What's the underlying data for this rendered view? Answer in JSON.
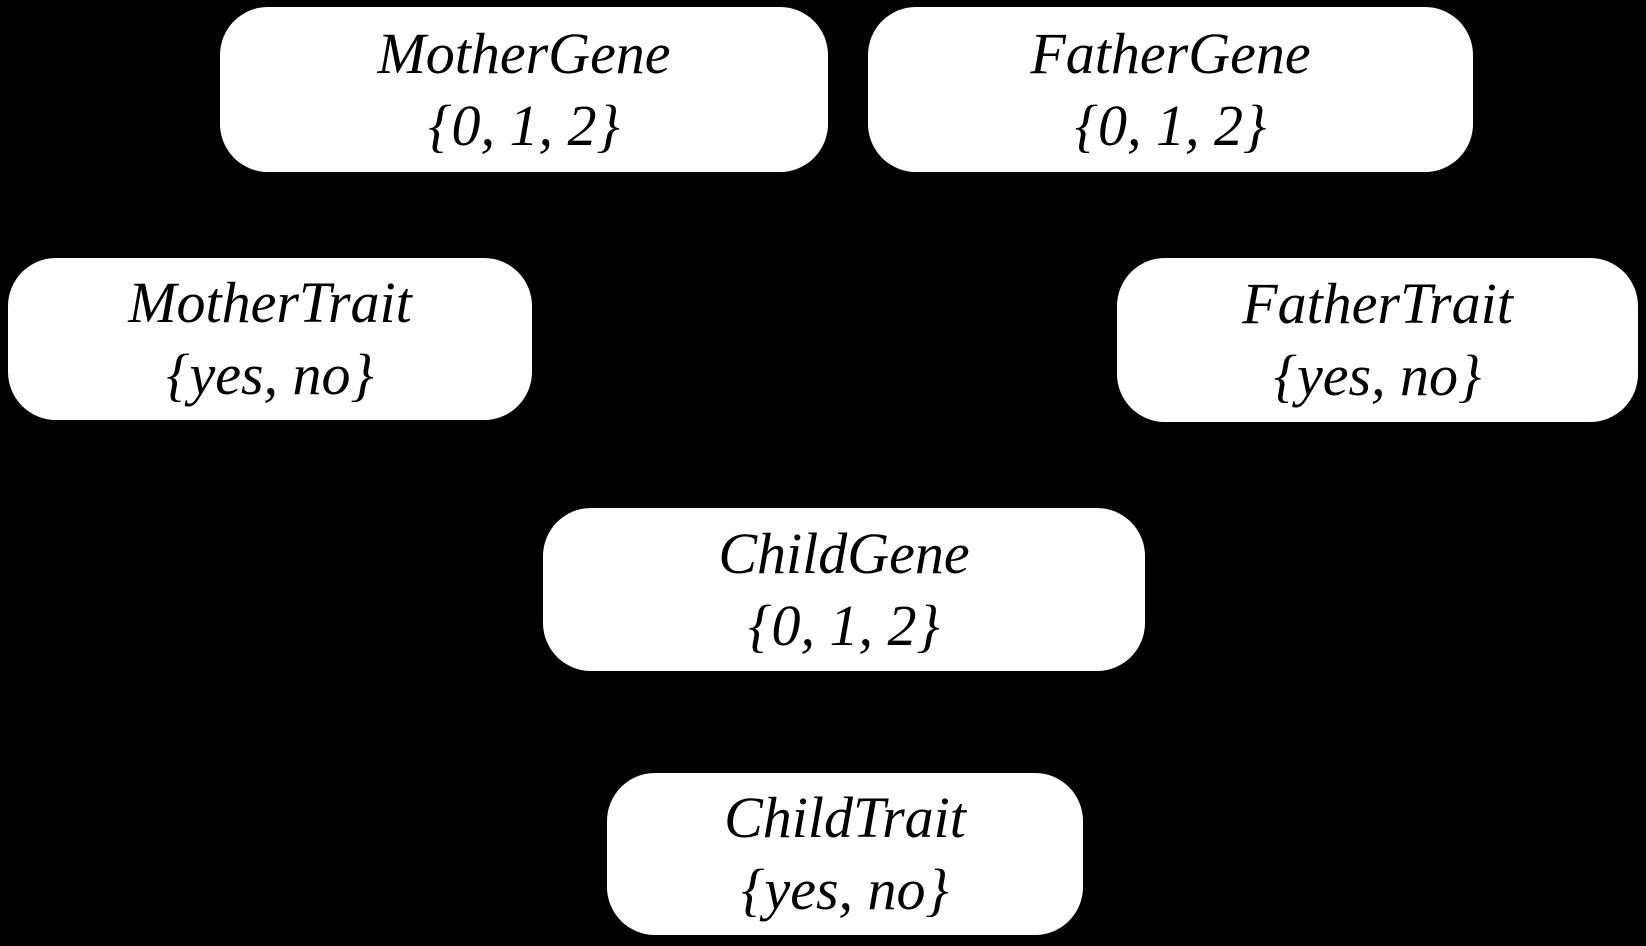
{
  "diagram": {
    "type": "bayesian-network",
    "background_color": "#000000",
    "node_fill_color": "#ffffff",
    "node_text_color": "#000000"
  },
  "nodes": [
    {
      "id": "mother-gene",
      "name": "MotherGene",
      "domain": "{0, 1, 2}"
    },
    {
      "id": "father-gene",
      "name": "FatherGene",
      "domain": "{0, 1, 2}"
    },
    {
      "id": "mother-trait",
      "name": "MotherTrait",
      "domain": "{yes, no}"
    },
    {
      "id": "father-trait",
      "name": "FatherTrait",
      "domain": "{yes, no}"
    },
    {
      "id": "child-gene",
      "name": "ChildGene",
      "domain": "{0, 1, 2}"
    },
    {
      "id": "child-trait",
      "name": "ChildTrait",
      "domain": "{yes, no}"
    }
  ]
}
